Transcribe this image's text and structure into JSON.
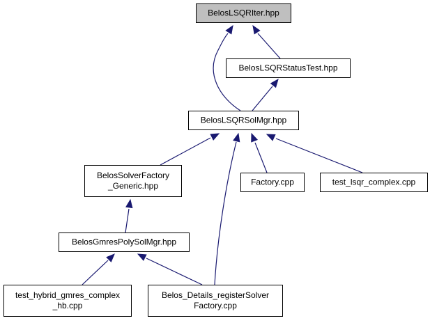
{
  "diagram": {
    "colors": {
      "edge": "#191970",
      "node_border": "#000000",
      "node_fill": "#ffffff",
      "highlight_fill": "#bfbfbf",
      "text": "#000000"
    },
    "nodes": [
      {
        "id": "lsqr_iter",
        "lines": [
          "BelosLSQRIter.hpp"
        ],
        "highlighted": true
      },
      {
        "id": "lsqr_status_test",
        "lines": [
          "BelosLSQRStatusTest.hpp"
        ],
        "highlighted": false
      },
      {
        "id": "lsqr_sol_mgr",
        "lines": [
          "BelosLSQRSolMgr.hpp"
        ],
        "highlighted": false
      },
      {
        "id": "solver_factory_generic",
        "lines": [
          "BelosSolverFactory",
          "_Generic.hpp"
        ],
        "highlighted": false
      },
      {
        "id": "factory_cpp",
        "lines": [
          "Factory.cpp"
        ],
        "highlighted": false
      },
      {
        "id": "test_lsqr_complex",
        "lines": [
          "test_lsqr_complex.cpp"
        ],
        "highlighted": false
      },
      {
        "id": "gmres_poly_sol_mgr",
        "lines": [
          "BelosGmresPolySolMgr.hpp"
        ],
        "highlighted": false
      },
      {
        "id": "test_hybrid_gmres",
        "lines": [
          "test_hybrid_gmres_complex",
          "_hb.cpp"
        ],
        "highlighted": false
      },
      {
        "id": "details_register",
        "lines": [
          "Belos_Details_registerSolver",
          "Factory.cpp"
        ],
        "highlighted": false
      }
    ],
    "edges": [
      {
        "from": "lsqr_status_test",
        "to": "lsqr_iter"
      },
      {
        "from": "lsqr_sol_mgr",
        "to": "lsqr_iter"
      },
      {
        "from": "lsqr_sol_mgr",
        "to": "lsqr_status_test"
      },
      {
        "from": "solver_factory_generic",
        "to": "lsqr_sol_mgr"
      },
      {
        "from": "details_register",
        "to": "lsqr_sol_mgr"
      },
      {
        "from": "factory_cpp",
        "to": "lsqr_sol_mgr"
      },
      {
        "from": "test_lsqr_complex",
        "to": "lsqr_sol_mgr"
      },
      {
        "from": "gmres_poly_sol_mgr",
        "to": "solver_factory_generic"
      },
      {
        "from": "test_hybrid_gmres",
        "to": "gmres_poly_sol_mgr"
      },
      {
        "from": "details_register",
        "to": "gmres_poly_sol_mgr"
      }
    ]
  }
}
